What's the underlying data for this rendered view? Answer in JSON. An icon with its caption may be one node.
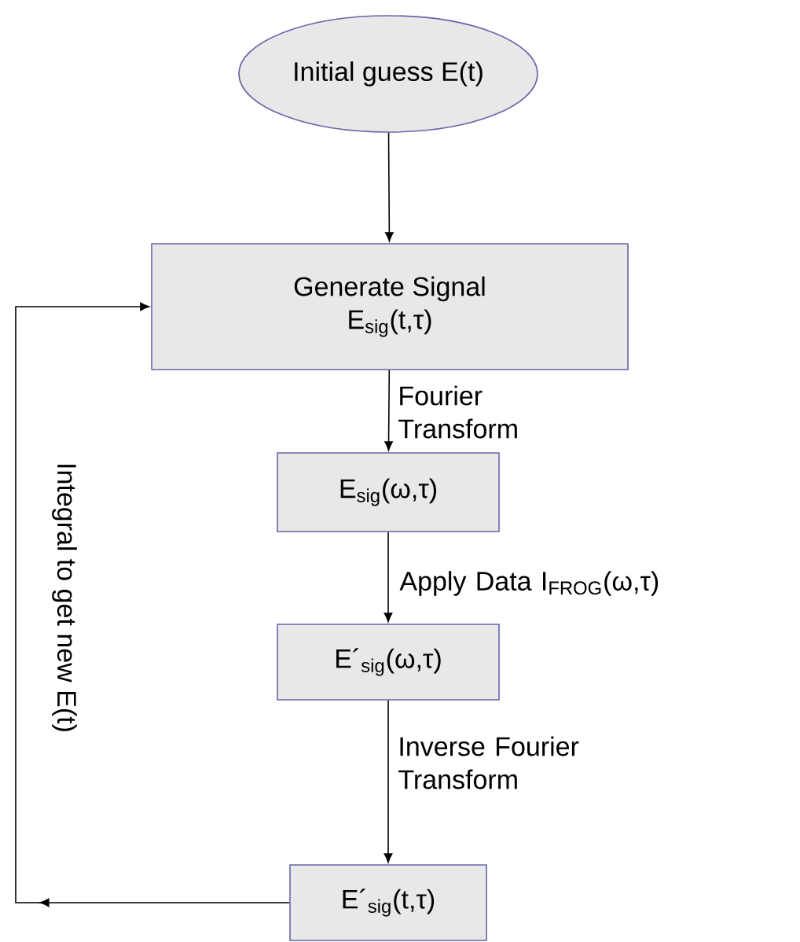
{
  "diagram": {
    "nodes": [
      {
        "text": [
          "Initial guess E(t)"
        ]
      },
      {
        "text": [
          "Generate Signal",
          "E$_{sig}$(t,τ)"
        ]
      },
      {
        "text": [
          "E$_{sig}$(ω,τ)"
        ]
      },
      {
        "text": [
          "E´$_{sig}$(ω,τ)"
        ]
      },
      {
        "text": [
          "E´$_{sig}$(t,τ)"
        ]
      }
    ],
    "edges": [
      {
        "from": 0,
        "to": 1,
        "arrow": "to"
      },
      {
        "from": 1,
        "to": 2,
        "arrow": "to",
        "label": "Fourier Transform"
      },
      {
        "from": 2,
        "to": 3,
        "arrow": "to",
        "label": "Apply Data I$_{FROG}$(ω,τ)"
      },
      {
        "from": 3,
        "to": 4,
        "arrow": "to",
        "label": "Inverse Fourier Transform"
      },
      {
        "from": 4,
        "to": 1,
        "arrow": "to",
        "label": "Integral to get new E(t)"
      }
    ]
  }
}
